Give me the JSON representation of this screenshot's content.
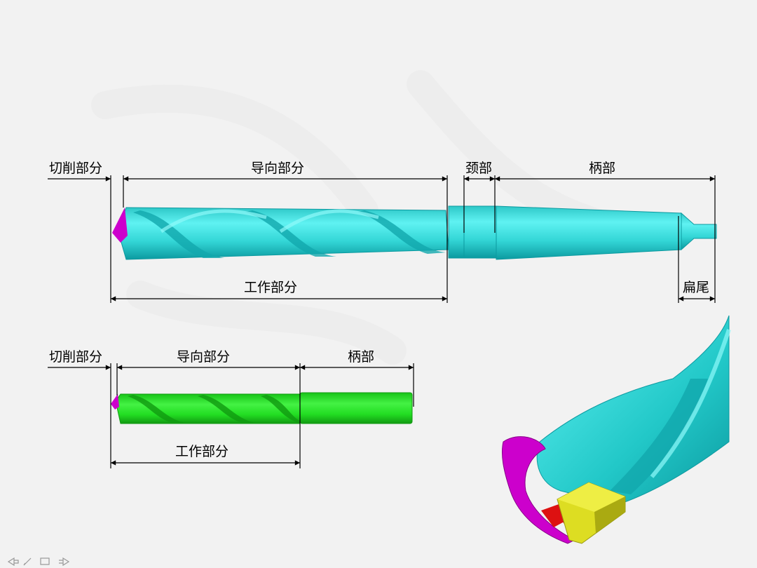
{
  "labels": {
    "taper_cutting": "切削部分",
    "taper_guiding": "导向部分",
    "taper_neck": "颈部",
    "taper_shank": "柄部",
    "taper_working": "工作部分",
    "taper_tang": "扁尾",
    "straight_cutting": "切削部分",
    "straight_guiding": "导向部分",
    "straight_shank": "柄部",
    "straight_working": "工作部分"
  },
  "colors": {
    "taper_drill": "#33d6d6",
    "taper_drill_dark": "#0c9aa0",
    "straight_drill": "#22dd22",
    "straight_drill_dark": "#129a12",
    "cutting_tip": "#cc00cc",
    "insert_yellow": "#dddd22",
    "insert_red": "#dd1111",
    "line": "#000000"
  },
  "nav_icons": [
    "prev-icon",
    "pen-icon",
    "menu-icon",
    "next-icon"
  ]
}
